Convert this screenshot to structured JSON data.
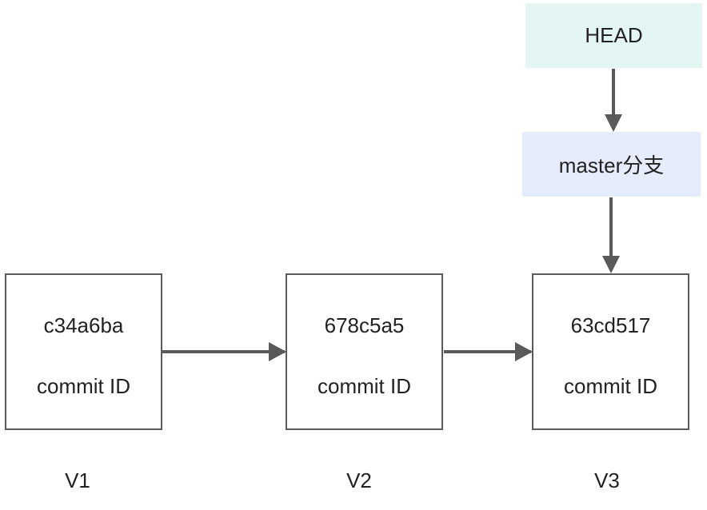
{
  "head": {
    "label": "HEAD",
    "color": "#e3f6f4"
  },
  "branch": {
    "label": "master分支",
    "color": "#e6ecfb"
  },
  "commits": [
    {
      "hash": "c34a6ba",
      "label": "commit ID",
      "version": "V1"
    },
    {
      "hash": "678c5a5",
      "label": "commit ID",
      "version": "V2"
    },
    {
      "hash": "63cd517",
      "label": "commit ID",
      "version": "V3"
    }
  ],
  "line_color": "#5a5a5a"
}
